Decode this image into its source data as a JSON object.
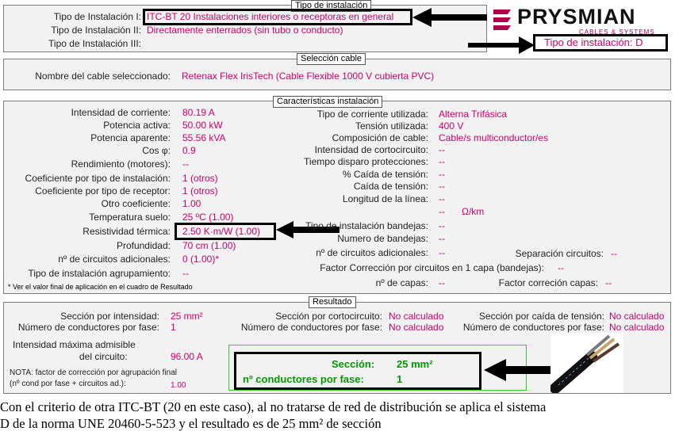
{
  "tipo_instalacion": {
    "legend": "Tipo de instalación",
    "rows": [
      {
        "label": "Tipo de Instalación I:",
        "value": "ITC-BT 20 Instalaciones interiores o receptoras en general"
      },
      {
        "label": "Tipo de Instalación II:",
        "value": "Directamente enterrados (sin tubo o conducto)"
      },
      {
        "label": "Tipo de Instalación III:",
        "value": ""
      }
    ],
    "tipo_d_label": "Tipo de instalación: D"
  },
  "logo": {
    "name": "PRYSMIAN",
    "subtitle": "CABLES & SYSTEMS"
  },
  "seleccion_cable": {
    "legend": "Selección cable",
    "label": "Nombre del cable seleccionado:",
    "value": "Retenax Flex IrisTech (Cable Flexible 1000 V cubierta PVC)"
  },
  "caracteristicas": {
    "legend": "Características instalación",
    "left": [
      {
        "label": "Intensidad de corriente:",
        "value": "80.19 A"
      },
      {
        "label": "Potencia activa:",
        "value": "50.00 kW"
      },
      {
        "label": "Potencia aparente:",
        "value": "55.56 kVA"
      },
      {
        "label": "Cos φ:",
        "value": "0.9"
      },
      {
        "label": "Rendimiento (motores):",
        "value": "--"
      },
      {
        "label": "Coeficiente por tipo de instalación:",
        "value": "1 (otros)"
      },
      {
        "label": "Coeficiente por tipo de receptor:",
        "value": "1 (otros)"
      },
      {
        "label": "Otro coeficiente:",
        "value": "1.00"
      },
      {
        "label": "Temperatura suelo:",
        "value": "25 ºC (1.00)"
      },
      {
        "label": "Resistividad térmica:",
        "value": "2.50 K·m/W (1.00)"
      },
      {
        "label": "Profundidad:",
        "value": "70 cm (1.00)"
      },
      {
        "label": "nº de circuitos adicionales:",
        "value": "0 (1.00)*"
      },
      {
        "label": "Tipo de instalación agrupamiento:",
        "value": "--"
      }
    ],
    "right": [
      {
        "label": "Tipo de corriente utilizada:",
        "value": "Alterna Trifásica"
      },
      {
        "label": "Tensión utilizada:",
        "value": "400 V"
      },
      {
        "label": "Composición de cable:",
        "value": "Cable/s multiconductor/es"
      },
      {
        "label": "Intensidad de cortocircuito:",
        "value": "--"
      },
      {
        "label": "Tiempo disparo protecciones:",
        "value": "--"
      },
      {
        "label": "% Caída de tensión:",
        "value": "--"
      },
      {
        "label": "Caída de tensión:",
        "value": "--"
      },
      {
        "label": "Longitud de la línea:",
        "value": "--"
      }
    ],
    "omega_value": "--",
    "omega_unit": "Ω/km",
    "bandejas": [
      {
        "label": "Tipo de instalación bandejas:",
        "value": "--"
      },
      {
        "label": "Numero de bandejas:",
        "value": "--"
      },
      {
        "label": "nº de circuitos adicionales:",
        "value": "--"
      }
    ],
    "separacion": {
      "label": "Separación circuitos:",
      "value": "--"
    },
    "factor_1capa": {
      "label": "Factor Corrección por circuitos en 1 capa (bandejas):",
      "value": "--"
    },
    "capas": {
      "label": "nº de capas:",
      "value": "--"
    },
    "factor_capas": {
      "label": "Factor correción capas:",
      "value": "--"
    },
    "note": "* Ver el valor final de aplicación en el cuadro de Resultado"
  },
  "resultado": {
    "legend": "Resultado",
    "seccion_intensidad": {
      "label": "Sección por intensidad:",
      "value": "25 mm²"
    },
    "num_cond_1": {
      "label": "Número de conductores por fase:",
      "value": "1"
    },
    "seccion_cortocircuito": {
      "label": "Sección por cortocircuito:",
      "value": "No calculado"
    },
    "num_cond_2": {
      "label": "Número de conductores por fase:",
      "value": "No calculado"
    },
    "seccion_caida": {
      "label": "Sección por caída de tensión:",
      "value": "No calculado"
    },
    "num_cond_3": {
      "label": "Número de conductores por fase:",
      "value": "No calculado"
    },
    "intensidad_max_1": "Intensidad máxima admisible",
    "intensidad_max_2": "del circuito:",
    "intensidad_max_value": "96.00 A",
    "nota_1": "NOTA: factor de corrección por agrupación final",
    "nota_2": "(nº cond por fase + circuitos ad.):",
    "nota_value": "1.00",
    "seccion_final": {
      "label": "Sección:",
      "value": "25 mm²"
    },
    "conductores_final": {
      "label": "nº conductores por fase:",
      "value": "1"
    }
  },
  "caption": {
    "line1": "Con el criterio de otra ITC-BT (20 en este caso), al no tratarse de red de distribución se aplica el sistema",
    "line2": "D de la norma UNE 20460-5-523 y el resultado es de 25 mm² de sección"
  },
  "colors": {
    "value": "#cc0066",
    "green": "#009900",
    "panel": "#f2f2f2"
  }
}
